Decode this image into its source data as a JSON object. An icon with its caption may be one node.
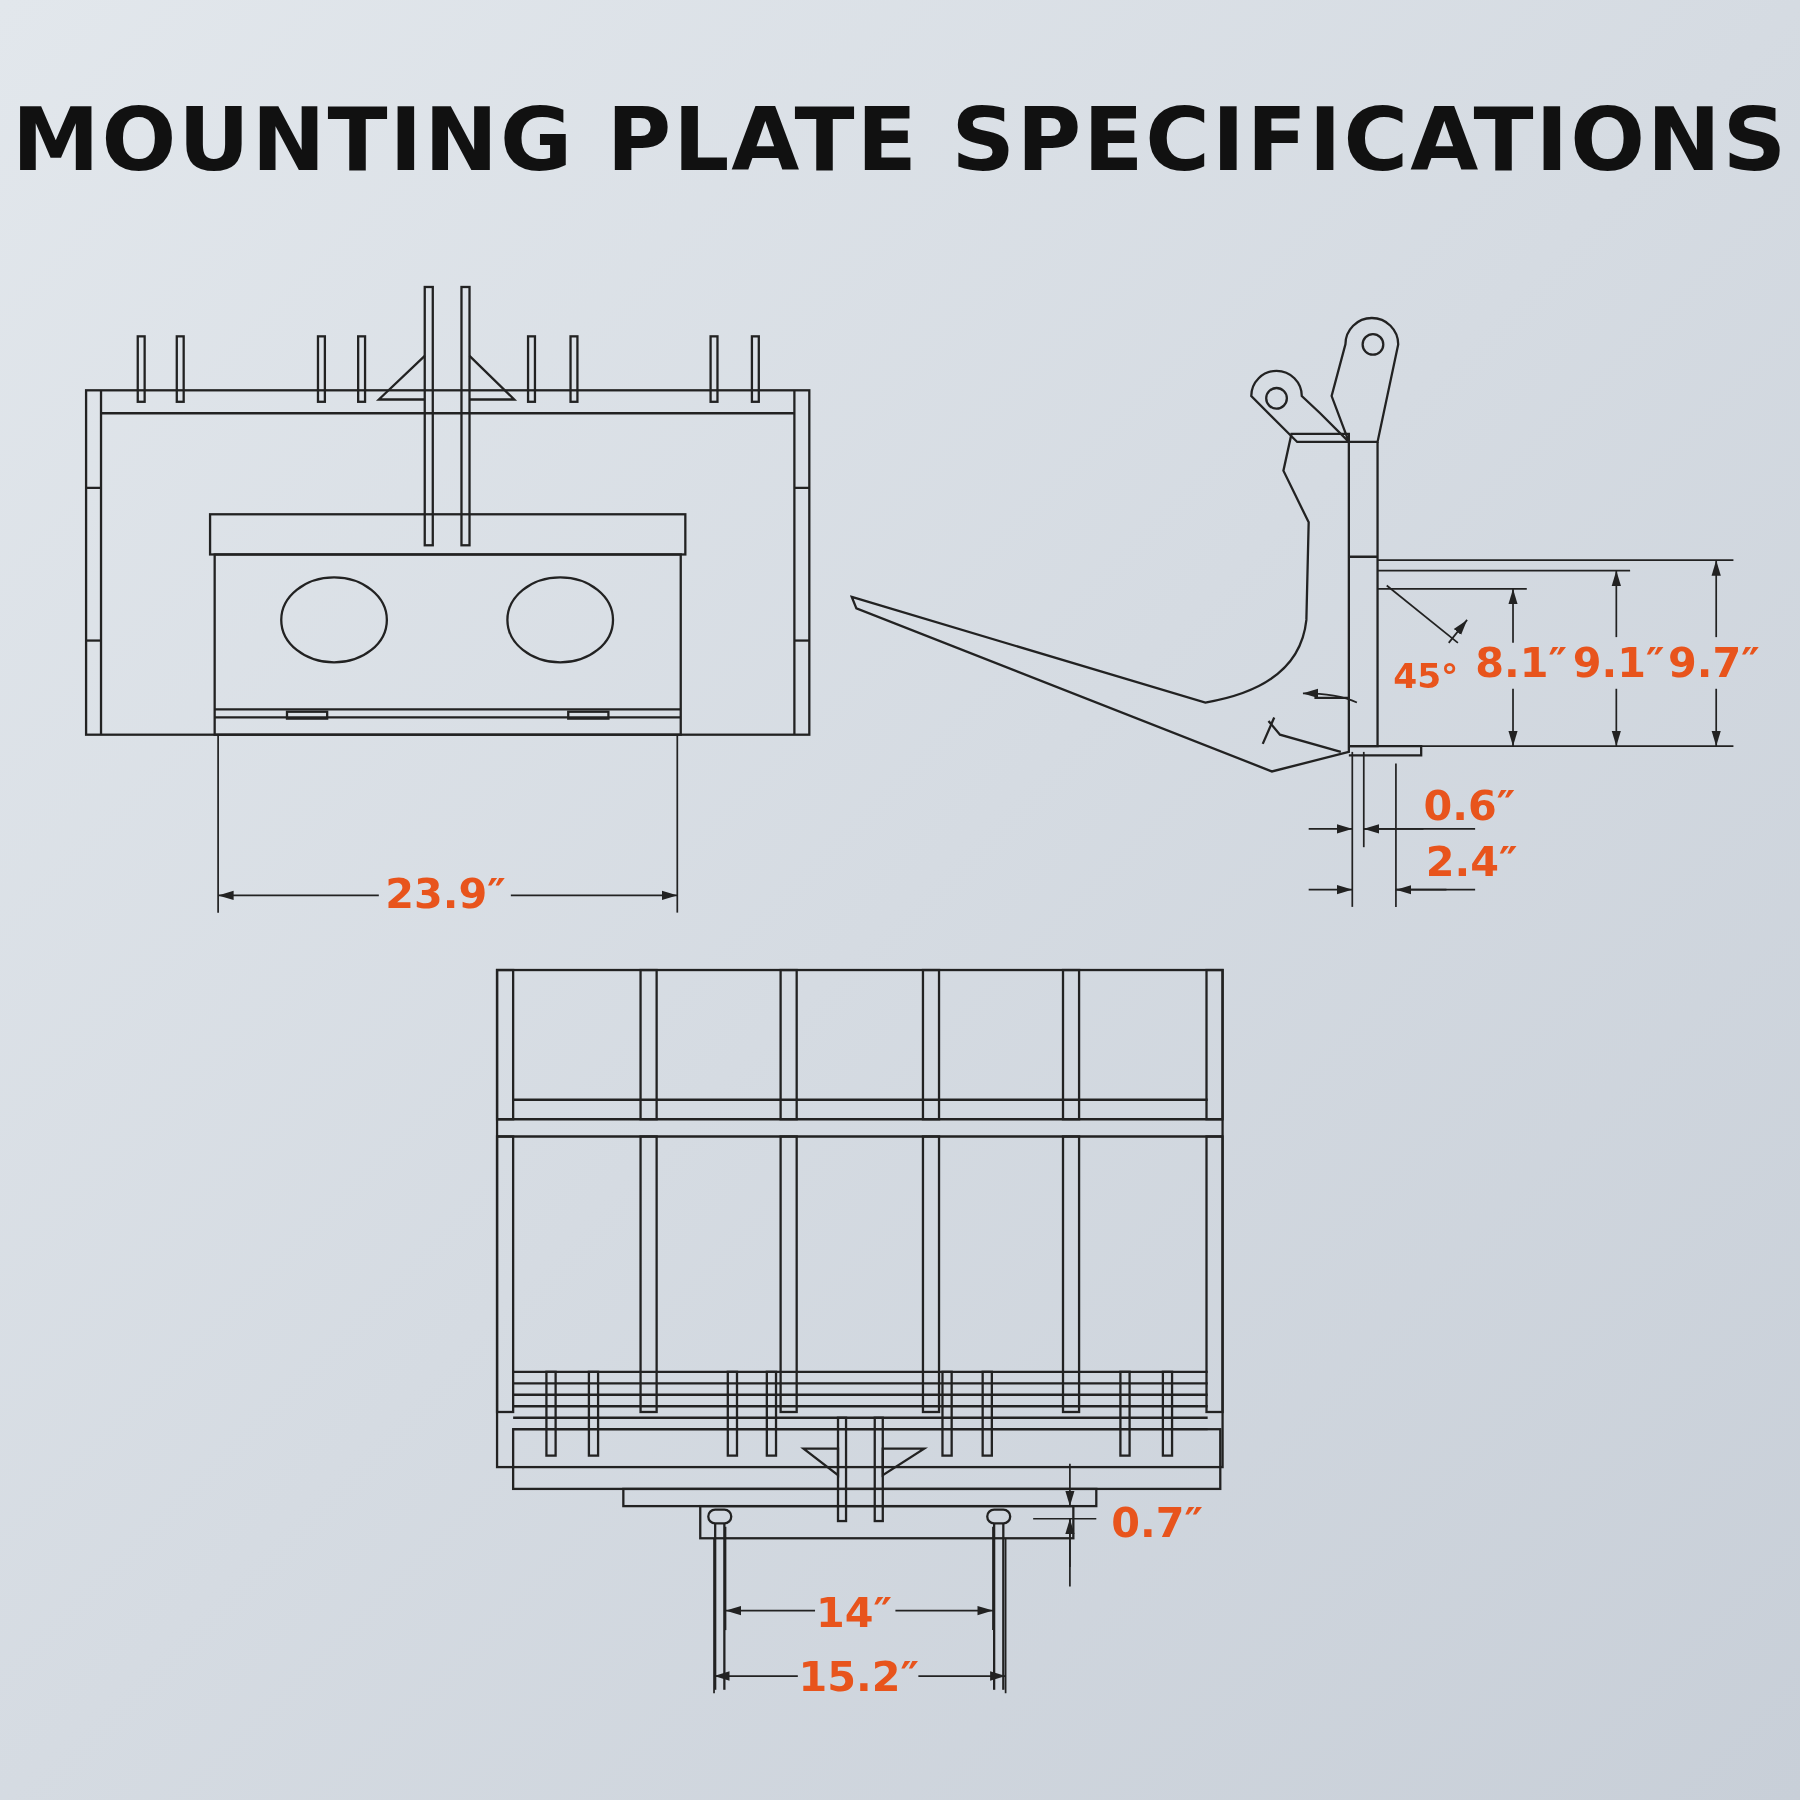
{
  "diagram": {
    "title": "MOUNTING PLATE SPECIFICATIONS",
    "labels": [
      "45°",
      "8.1″",
      "9.1″",
      "9.7″",
      "0.6″",
      "2.4″",
      "23.9″",
      "0.7″",
      "14″",
      "15.2″"
    ]
  }
}
